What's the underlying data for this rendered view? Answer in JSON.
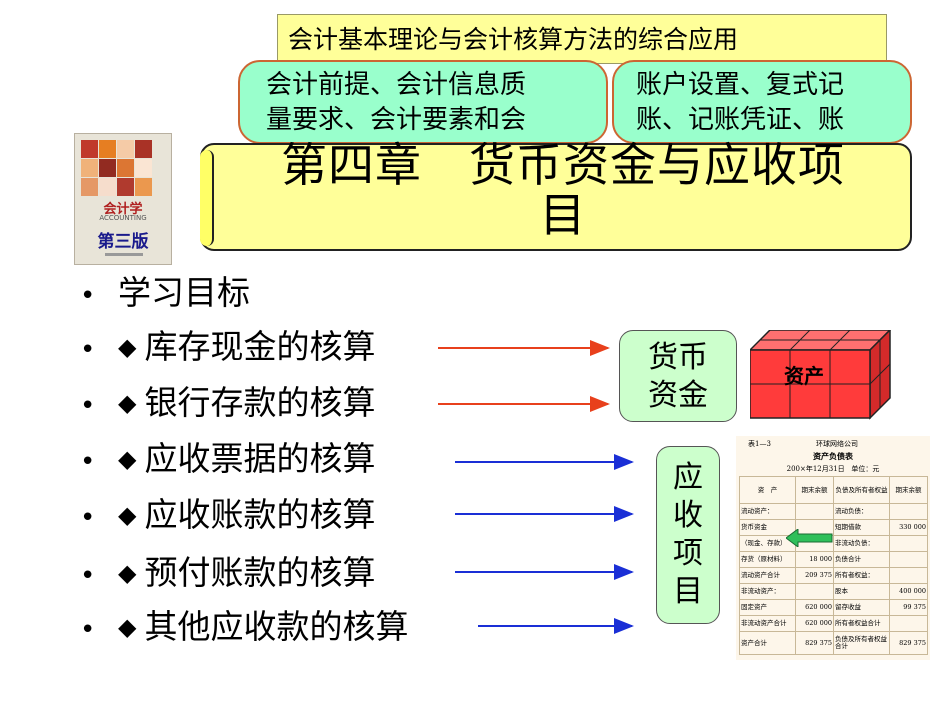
{
  "banner": {
    "text": "会计基本理论与会计核算方法的综合应用"
  },
  "bubbles": {
    "left": {
      "line1": "会计前提、会计信息质",
      "line2": "量要求、会计要素和会"
    },
    "right": {
      "line1": "账户设置、复式记",
      "line2": "账、记账凭证、账"
    }
  },
  "book": {
    "title": "会计学",
    "subtitle": "ACCOUNTING",
    "edition": "第三版"
  },
  "chapter": {
    "line1": "第四章　货币资金与应收项",
    "line2": "目"
  },
  "bullets": [
    {
      "diamond": false,
      "text": "学习目标"
    },
    {
      "diamond": true,
      "text": "库存现金的核算"
    },
    {
      "diamond": true,
      "text": "银行存款的核算"
    },
    {
      "diamond": true,
      "text": "应收票据的核算"
    },
    {
      "diamond": true,
      "text": "应收账款的核算"
    },
    {
      "diamond": true,
      "text": "预付账款的核算"
    },
    {
      "diamond": true,
      "text": "其他应收款的核算"
    }
  ],
  "symbols": {
    "bullet": "•",
    "diamond": "◆"
  },
  "colors": {
    "arrow_cash": "#e8401c",
    "arrow_recv": "#1a2fd6",
    "cube": "#ff3b3b",
    "bubble": "#99ffcc",
    "banner": "#ffff99"
  },
  "money_box": {
    "line1": "货币",
    "line2": "资金"
  },
  "receivable_box": {
    "chars": [
      "应",
      "收",
      "项",
      "目"
    ]
  },
  "asset_cube": {
    "label": "资产"
  },
  "balance_sheet": {
    "table_no": "表1—3",
    "company": "环球网络公司",
    "title": "资产负债表",
    "date": "200×年12月31日",
    "unit": "单位：元",
    "headers": [
      "资　产",
      "期末余额",
      "负债及所有者权益",
      "期末余额"
    ],
    "rows": [
      [
        "流动资产：",
        "",
        "流动负债：",
        ""
      ],
      [
        "货币资金",
        "",
        "短期借款",
        "330 000"
      ],
      [
        "（现金、存款）",
        "",
        "非流动负债：",
        ""
      ],
      [
        "存货（原材料）",
        "18 000",
        "负债合计",
        ""
      ],
      [
        "流动资产合计",
        "209 375",
        "所有者权益：",
        ""
      ],
      [
        "非流动资产：",
        "",
        "股本",
        "400 000"
      ],
      [
        "固定资产",
        "620 000",
        "留存收益",
        "99 375"
      ],
      [
        "非流动资产合计",
        "620 000",
        "所有者权益合计",
        ""
      ],
      [
        "资产合计",
        "829 375",
        "负债及所有者权益合计",
        "829 375"
      ]
    ]
  }
}
